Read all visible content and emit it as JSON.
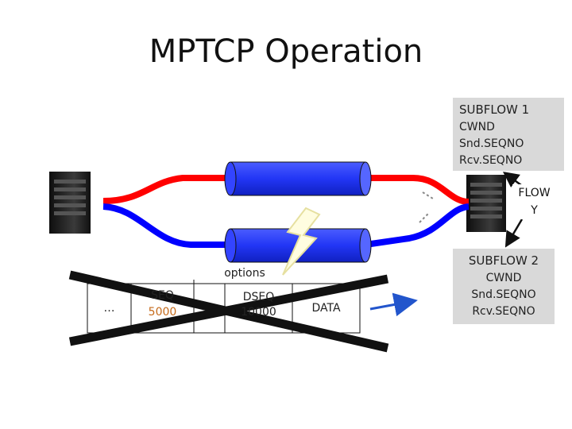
{
  "title": "MPTCP Operation",
  "subflow1": {
    "header": "SUBFLOW 1",
    "lines": [
      "CWND",
      "Snd.SEQNO",
      "Rcv.SEQNO"
    ]
  },
  "subflow2": {
    "header": "SUBFLOW 2",
    "lines": [
      "CWND",
      "Snd.SEQNO",
      "Rcv.SEQNO"
    ]
  },
  "flow_label": {
    "line1": "FLOW",
    "line2": "Y"
  },
  "packet": {
    "options_label": "options",
    "cells": {
      "ellipsis": "…",
      "seq_label": "SEQ",
      "seq_value": "5000",
      "dseq_label": "DSEQ",
      "dseq_value": "10000",
      "data_label": "DATA"
    }
  },
  "colors": {
    "subflow1_pipe": "#ff0000",
    "subflow2_pipe": "#0000ff",
    "cylinder": "#2a3cff",
    "info_box": "#d9d9d9",
    "packet_value": "#c56a1a",
    "arrow": "#2255cc"
  }
}
